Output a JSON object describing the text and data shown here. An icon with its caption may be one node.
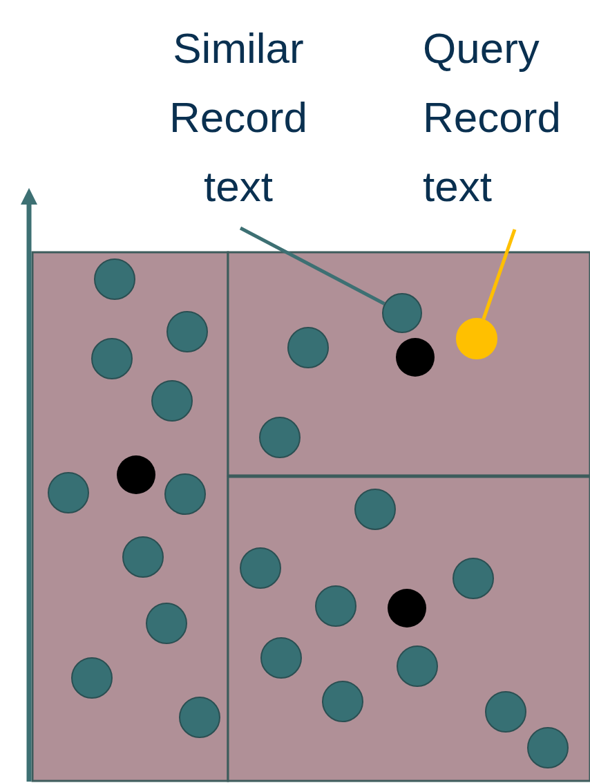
{
  "diagram": {
    "nodes": [
      {
        "text": [
          "Similar Record text"
        ]
      },
      {
        "text": [
          "Query Record text"
        ]
      },
      {
        "text": [],
        "shape": "circle"
      },
      {
        "text": [],
        "shape": "circle"
      }
    ],
    "edges": [
      {
        "from": 0,
        "to": 2,
        "arrow": "none"
      },
      {
        "from": 1,
        "to": 3,
        "arrow": "none",
        "color": "#ffc000"
      }
    ]
  }
}
